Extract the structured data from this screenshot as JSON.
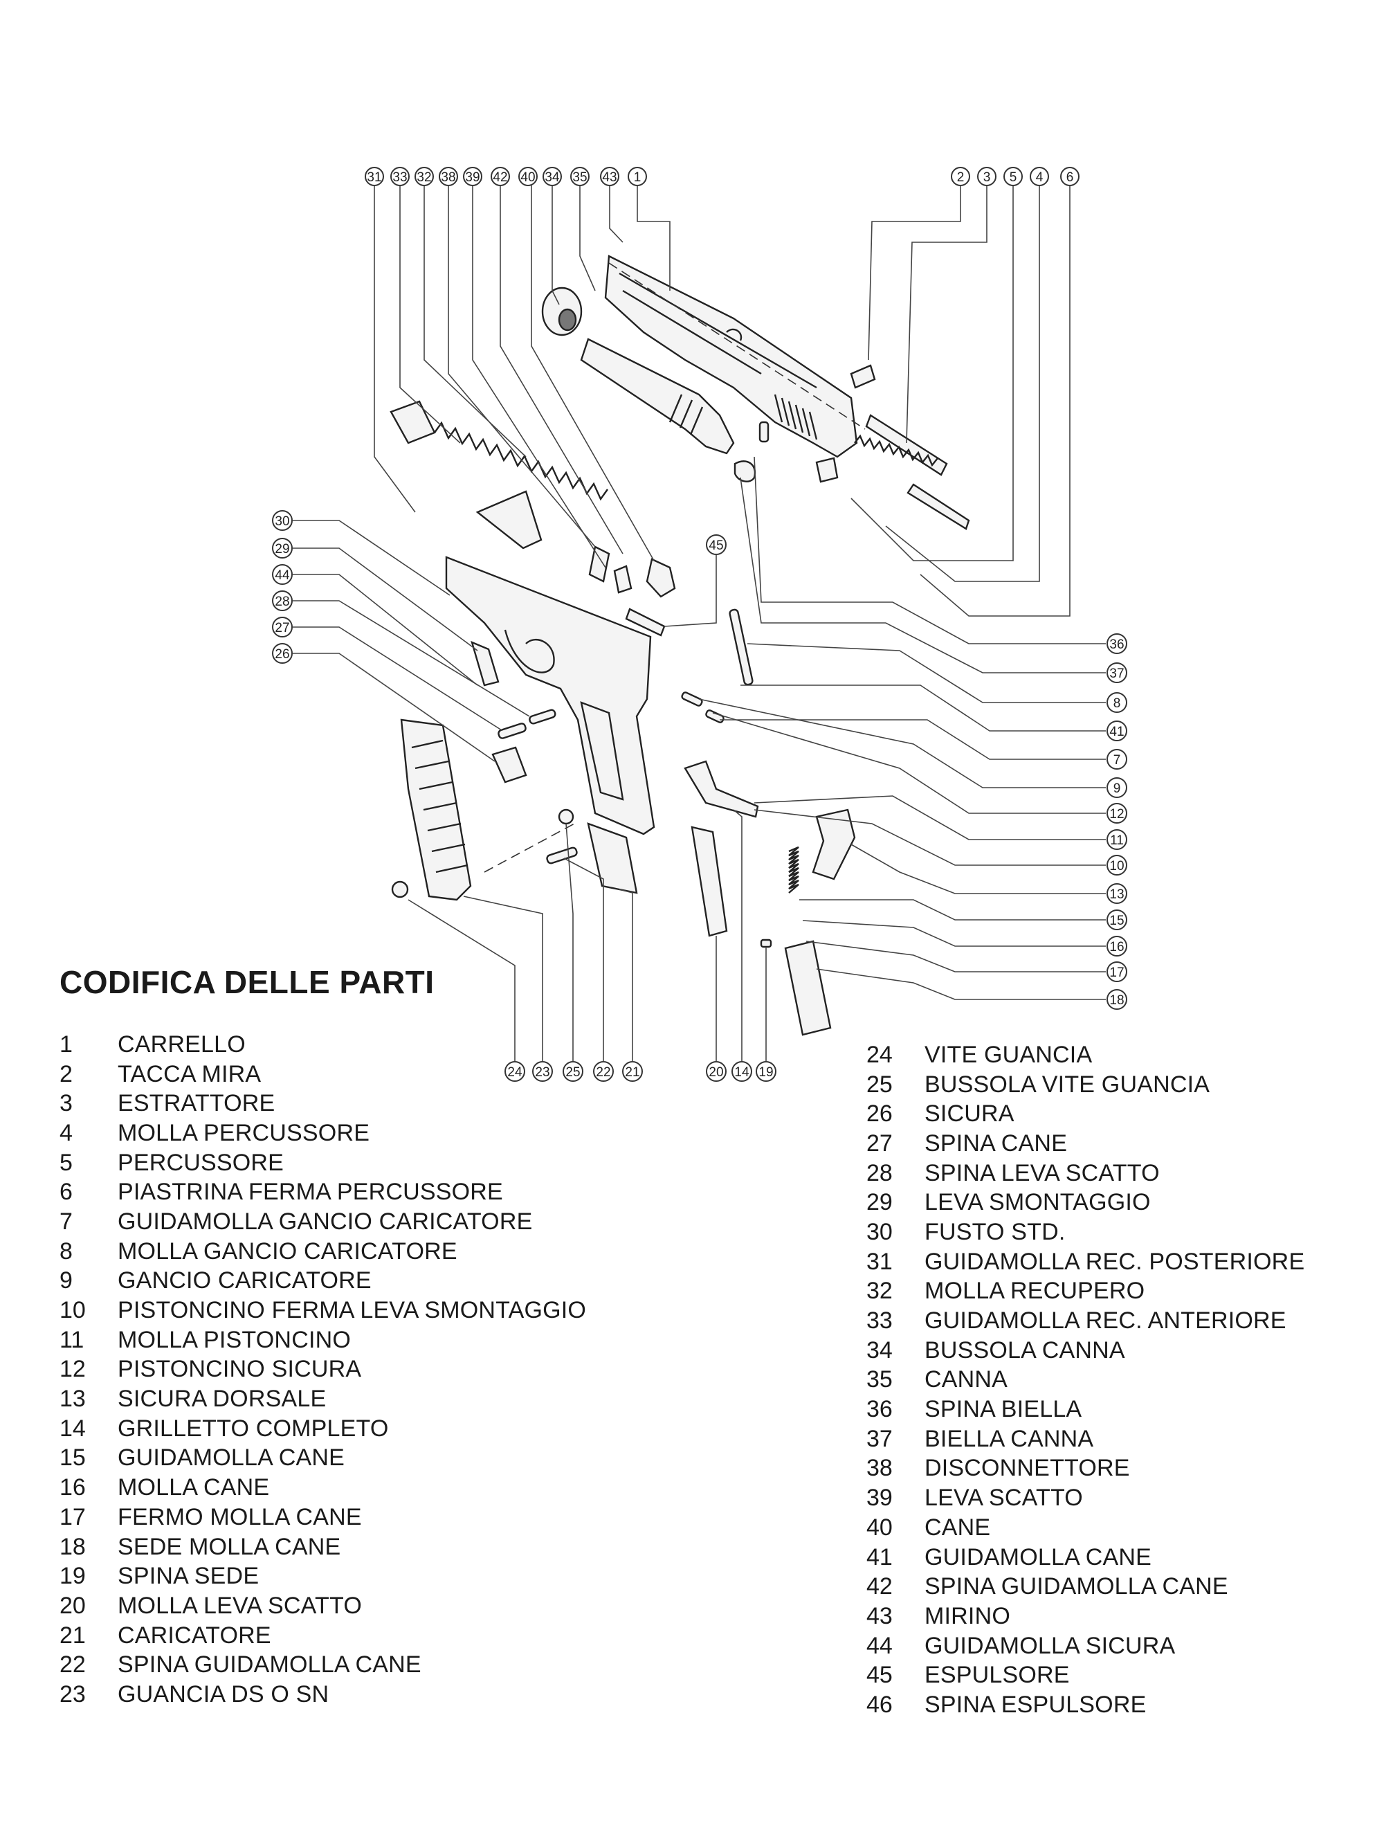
{
  "callouts_top_left": [
    "31",
    "33",
    "32",
    "38",
    "39",
    "42",
    "40",
    "34",
    "35",
    "43",
    "1"
  ],
  "callouts_top_right": [
    "2",
    "3",
    "5",
    "4",
    "6"
  ],
  "callouts_left": [
    "30",
    "29",
    "44",
    "28",
    "27",
    "26"
  ],
  "callout_center": "45",
  "callouts_right": [
    "36",
    "37",
    "8",
    "41",
    "7",
    "9",
    "12",
    "11",
    "10",
    "13",
    "15",
    "16",
    "17",
    "18"
  ],
  "callouts_bottom_a": [
    "24",
    "23",
    "25",
    "22",
    "21"
  ],
  "callouts_bottom_b": [
    "20",
    "14",
    "19"
  ],
  "legend_title": "CODIFICA DELLE PARTI",
  "legend_left": [
    {
      "num": "1",
      "name": "CARRELLO"
    },
    {
      "num": "2",
      "name": "TACCA MIRA"
    },
    {
      "num": "3",
      "name": "ESTRATTORE"
    },
    {
      "num": "4",
      "name": "MOLLA PERCUSSORE"
    },
    {
      "num": "5",
      "name": "PERCUSSORE"
    },
    {
      "num": "6",
      "name": "PIASTRINA FERMA PERCUSSORE"
    },
    {
      "num": "7",
      "name": "GUIDAMOLLA GANCIO CARICATORE"
    },
    {
      "num": "8",
      "name": "MOLLA GANCIO CARICATORE"
    },
    {
      "num": "9",
      "name": "GANCIO CARICATORE"
    },
    {
      "num": "10",
      "name": "PISTONCINO FERMA LEVA SMONTAGGIO"
    },
    {
      "num": "11",
      "name": "MOLLA PISTONCINO"
    },
    {
      "num": "12",
      "name": "PISTONCINO SICURA"
    },
    {
      "num": "13",
      "name": "SICURA DORSALE"
    },
    {
      "num": "14",
      "name": "GRILLETTO COMPLETO"
    },
    {
      "num": "15",
      "name": "GUIDAMOLLA CANE"
    },
    {
      "num": "16",
      "name": "MOLLA CANE"
    },
    {
      "num": "17",
      "name": "FERMO MOLLA CANE"
    },
    {
      "num": "18",
      "name": "SEDE MOLLA CANE"
    },
    {
      "num": "19",
      "name": "SPINA SEDE"
    },
    {
      "num": "20",
      "name": "MOLLA LEVA SCATTO"
    },
    {
      "num": "21",
      "name": "CARICATORE"
    },
    {
      "num": "22",
      "name": "SPINA GUIDAMOLLA CANE"
    },
    {
      "num": "23",
      "name": "GUANCIA DS O SN"
    }
  ],
  "legend_right": [
    {
      "num": "24",
      "name": "VITE GUANCIA"
    },
    {
      "num": "25",
      "name": "BUSSOLA VITE GUANCIA"
    },
    {
      "num": "26",
      "name": "SICURA"
    },
    {
      "num": "27",
      "name": "SPINA CANE"
    },
    {
      "num": "28",
      "name": "SPINA LEVA SCATTO"
    },
    {
      "num": "29",
      "name": "LEVA SMONTAGGIO"
    },
    {
      "num": "30",
      "name": "FUSTO STD."
    },
    {
      "num": "31",
      "name": "GUIDAMOLLA REC. POSTERIORE"
    },
    {
      "num": "32",
      "name": "MOLLA RECUPERO"
    },
    {
      "num": "33",
      "name": "GUIDAMOLLA REC. ANTERIORE"
    },
    {
      "num": "34",
      "name": "BUSSOLA CANNA"
    },
    {
      "num": "35",
      "name": "CANNA"
    },
    {
      "num": "36",
      "name": "SPINA BIELLA"
    },
    {
      "num": "37",
      "name": "BIELLA CANNA"
    },
    {
      "num": "38",
      "name": "DISCONNETTORE"
    },
    {
      "num": "39",
      "name": "LEVA SCATTO"
    },
    {
      "num": "40",
      "name": "CANE"
    },
    {
      "num": "41",
      "name": "GUIDAMOLLA CANE"
    },
    {
      "num": "42",
      "name": "SPINA GUIDAMOLLA CANE"
    },
    {
      "num": "43",
      "name": "MIRINO"
    },
    {
      "num": "44",
      "name": "GUIDAMOLLA SICURA"
    },
    {
      "num": "45",
      "name": "ESPULSORE"
    },
    {
      "num": "46",
      "name": "SPINA ESPULSORE"
    }
  ]
}
